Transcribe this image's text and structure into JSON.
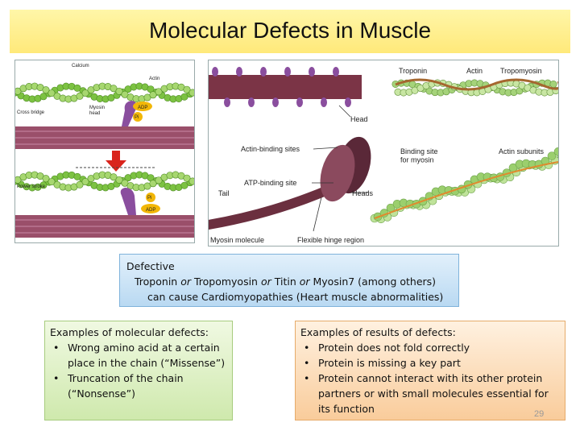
{
  "title": "Molecular Defects in Muscle",
  "figure_left": {
    "labels": {
      "calcium": "Calcium",
      "actin": "Actin",
      "cross_bridge": "Cross bridge",
      "myosin_head": "Myosin\nhead",
      "adp": "ADP",
      "pi": "Pi",
      "power_stroke": "Power stroke"
    },
    "colors": {
      "actin": "#7cc242",
      "myosin": "#8a4e9e",
      "thick": "#9a4f6a",
      "arrow": "#d9241c",
      "adp": "#f2b707"
    }
  },
  "figure_right": {
    "labels": {
      "troponin": "Troponin",
      "actin": "Actin",
      "tropomyosin": "Tropomyosin",
      "head": "Head",
      "actin_binding_sites": "Actin-binding sites",
      "atp_binding_site": "ATP-binding site",
      "tail": "Tail",
      "heads": "Heads",
      "myosin_molecule": "Myosin molecule",
      "flexible_hinge_region": "Flexible hinge region",
      "binding_site_for_myosin": "Binding site\nfor myosin",
      "actin_subunits": "Actin subunits"
    }
  },
  "box_defective": {
    "line1": "Defective",
    "line2": [
      {
        "text": "Troponin ",
        "italic": false
      },
      {
        "text": "or",
        "italic": true
      },
      {
        "text": " Tropomyosin ",
        "italic": false
      },
      {
        "text": "or",
        "italic": true
      },
      {
        "text": " Titin ",
        "italic": false
      },
      {
        "text": "or",
        "italic": true
      },
      {
        "text": " Myosin7 (among others)",
        "italic": false
      }
    ],
    "line3": "can cause Cardiomyopathies (Heart muscle abnormalities)"
  },
  "box_examples": {
    "heading": "Examples of molecular defects:",
    "bullets": [
      "Wrong amino acid at a certain place in the chain (“Missense”)",
      "Truncation of the chain (“Nonsense”)"
    ]
  },
  "box_results": {
    "heading": "Examples of results of defects:",
    "bullets": [
      "Protein does not fold correctly",
      "Protein is missing a key part",
      "Protein cannot interact with its other protein partners or with small molecules essential for its function"
    ]
  },
  "bullet_glyph": "•",
  "page_number": "29"
}
